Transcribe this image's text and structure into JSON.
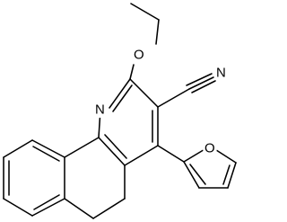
{
  "molecule": {
    "atom_labels": {
      "ethoxy_oxygen": "O",
      "pyridine_nitrogen": "N",
      "nitrile_nitrogen": "N",
      "furan_oxygen": "O"
    }
  }
}
